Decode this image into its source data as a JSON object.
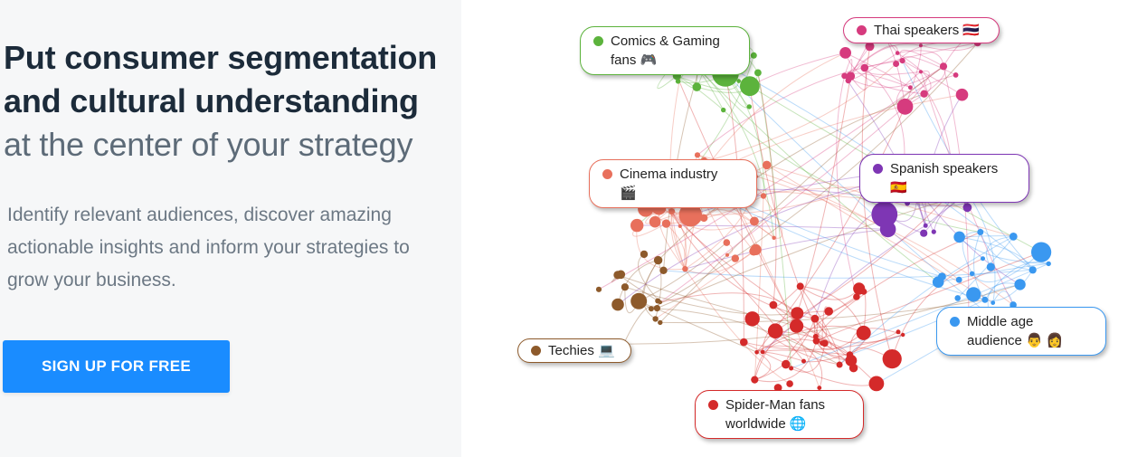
{
  "hero": {
    "headline_line1": "Put consumer segmentation",
    "headline_line2": "and cultural understanding",
    "headline_line3": "at the center of your strategy",
    "description": "Identify relevant audiences, discover amazing actionable insights and inform your strategies to grow your business.",
    "cta_label": "SIGN UP FOR FREE"
  },
  "segments": [
    {
      "id": "comics",
      "line1": "Comics & Gaming",
      "line2": "fans 🎮",
      "color": "#5cb33c"
    },
    {
      "id": "thai",
      "line1": "Thai speakers 🇹🇭",
      "line2": "",
      "color": "#d63b7e"
    },
    {
      "id": "cinema",
      "line1": "Cinema industry",
      "line2": "🎬",
      "color": "#e8705c"
    },
    {
      "id": "spanish",
      "line1": "Spanish speakers",
      "line2": "🇪🇸",
      "color": "#7e36b4"
    },
    {
      "id": "techies",
      "line1": "Techies 💻",
      "line2": "",
      "color": "#8d5a2b"
    },
    {
      "id": "middle",
      "line1": "Middle age",
      "line2": "audience 👨 👩",
      "color": "#3a98f0"
    },
    {
      "id": "spiderman",
      "line1": "Spider-Man fans",
      "line2": "worldwide 🌐",
      "color": "#d42a2a"
    }
  ]
}
